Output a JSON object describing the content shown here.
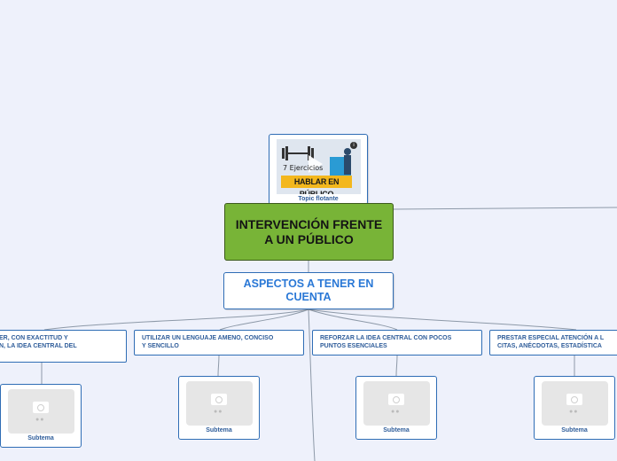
{
  "floating_topic": {
    "label": "Topic flotante",
    "video": {
      "title": "7 Ejercicios",
      "banner": "HABLAR EN PÚBLICO",
      "icon": "play-icon"
    }
  },
  "central_topic": {
    "label": "INTERVENCIÓN FRENTE A UN PÚBLICO",
    "color": "#78b437"
  },
  "main_topic": {
    "label": "ASPECTOS A TENER EN CUENTA",
    "color": "#2a78d6"
  },
  "subtopics": [
    {
      "line1": "ER, CON EXACTITUD Y",
      "line2": "N, LA IDEA CENTRAL DEL"
    },
    {
      "line1": "UTILIZAR UN LENGUAJE AMENO, CONCISO",
      "line2": "Y SENCILLO"
    },
    {
      "line1": "REFORZAR  LA IDEA CENTRAL CON POCOS",
      "line2": "PUNTOS ESENCIALES"
    },
    {
      "line1": "PRESTAR ESPECIAL ATENCIÓN A L",
      "line2": "CITAS, ANÉCDOTAS, ESTADÍSTICA"
    }
  ],
  "subtema_nodes": [
    {
      "label": "Subtema",
      "icon": "image-placeholder-icon"
    },
    {
      "label": "Subtema",
      "icon": "image-placeholder-icon"
    },
    {
      "label": "Subtema",
      "icon": "image-placeholder-icon"
    },
    {
      "label": "Subtema",
      "icon": "image-placeholder-icon"
    }
  ],
  "colors": {
    "background": "#eef1fb",
    "connector": "#8d99a8",
    "border": "#2f6db5"
  }
}
